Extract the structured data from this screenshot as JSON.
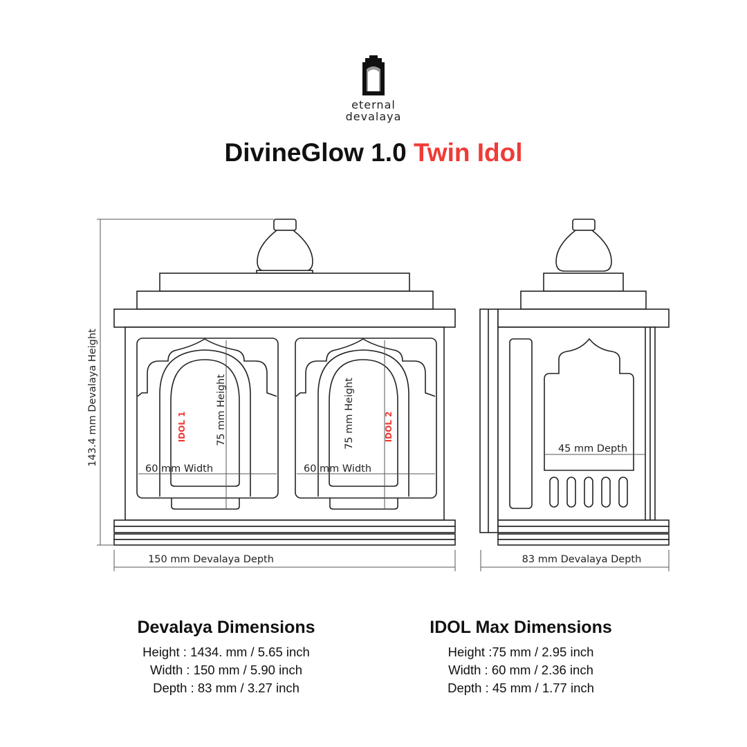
{
  "brand": {
    "line1": "eternal",
    "line2": "devalaya"
  },
  "title": {
    "main": "DivineGlow 1.0",
    "accent": "Twin Idol",
    "accent_color": "#ef3b36"
  },
  "drawing": {
    "height_label": "143.4 mm Devalaya Height",
    "front_width_label": "150 mm Devalaya Depth",
    "side_depth_label": "83 mm Devalaya Depth",
    "idol1_label": "IDOL 1",
    "idol2_label": "IDOL 2",
    "idol_height_label": "75 mm Height",
    "idol_width_label": "60 mm Width",
    "idol_depth_label": "45 mm Depth"
  },
  "devalaya": {
    "heading": "Devalaya Dimensions",
    "height": "Height : 1434. mm / 5.65 inch",
    "width": "Width : 150 mm / 5.90 inch",
    "depth": "Depth :  83 mm / 3.27 inch"
  },
  "idol": {
    "heading": "IDOL Max Dimensions",
    "height": "Height :75 mm / 2.95 inch",
    "width": "Width : 60 mm / 2.36 inch",
    "depth": "Depth :  45 mm / 1.77 inch"
  }
}
